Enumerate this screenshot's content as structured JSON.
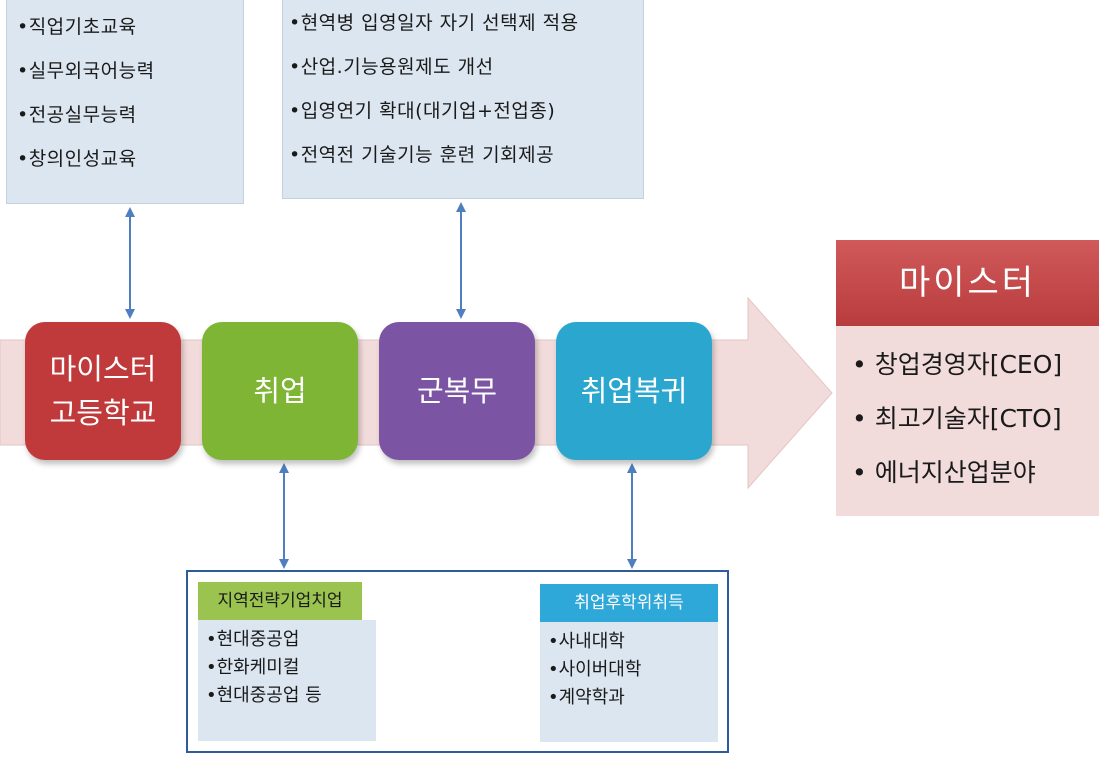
{
  "top_boxes": {
    "school_skills": {
      "items": [
        "•직업기초교육",
        "•실무외국어능력",
        "•전공실무능력",
        "•창의인성교육"
      ]
    },
    "military_policy": {
      "items": [
        "•현역병 입영일자 자기 선택제 적용",
        "•산업.기능용원제도 개선",
        "•입영연기 확대(대기업+전업종)",
        "•전역전 기술기능 훈련 기회제공"
      ]
    }
  },
  "stages": [
    {
      "label": "마이스터\n고등학교",
      "color": "#c0393b"
    },
    {
      "label": "취업",
      "color": "#7fb535"
    },
    {
      "label": "군복무",
      "color": "#7b55a3"
    },
    {
      "label": "취업복귀",
      "color": "#2aa6cf"
    }
  ],
  "result": {
    "title": "마이스터",
    "items": [
      "• 창업경영자[CEO]",
      "• 최고기술자[CTO]",
      "• 에너지산업분야"
    ]
  },
  "bottom": {
    "employment": {
      "header": "지역전략기업치업",
      "items": [
        "•현대중공업",
        "•한화케미컬",
        "•현대중공업 등"
      ]
    },
    "degree": {
      "header": "취업후학위취득",
      "items": [
        "•사내대학",
        "•사이버대학",
        "•계약학과"
      ]
    }
  },
  "colors": {
    "arrow": "#f2dcdb",
    "box_fill": "#dce6f0",
    "connector": "#4f7fbf",
    "frame": "#2f5b9c"
  }
}
